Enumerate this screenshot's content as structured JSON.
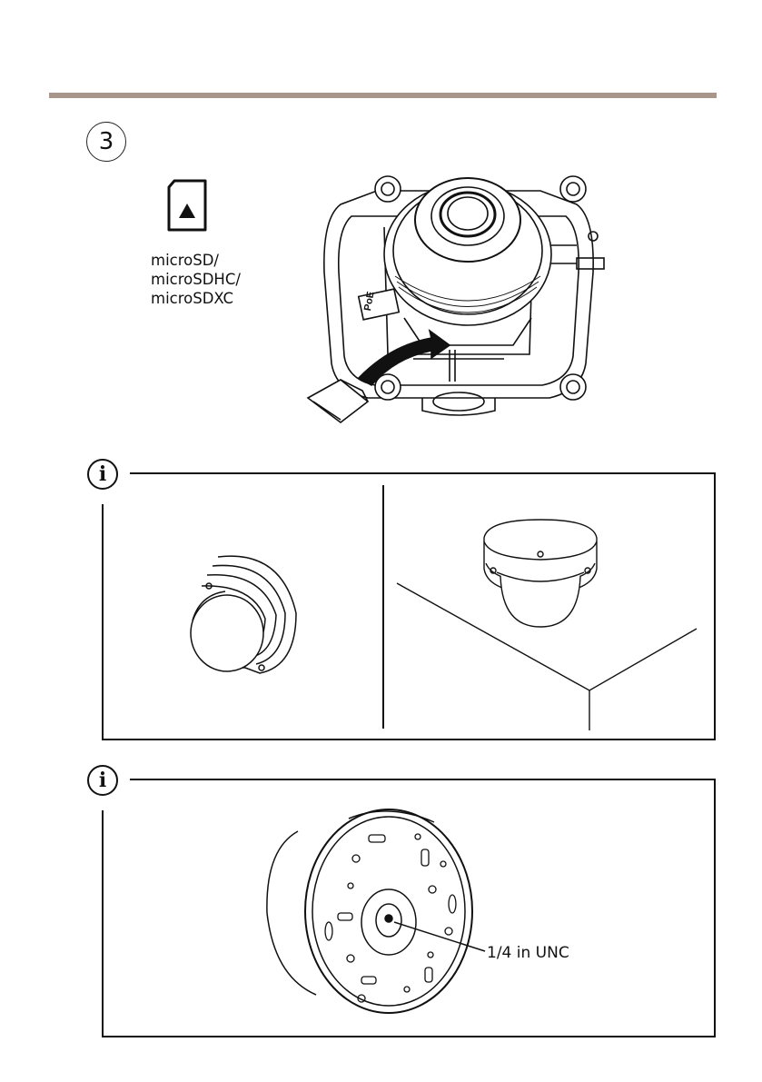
{
  "step": {
    "number": "3"
  },
  "sd_card": {
    "icon": "microsd-card-icon",
    "label_lines": [
      "microSD/",
      "microSDHC/",
      "microSDXC"
    ]
  },
  "camera_install": {
    "port_label": "PoE"
  },
  "info_sections": [
    {
      "icon": "info-icon",
      "glyph": "i"
    },
    {
      "icon": "info-icon",
      "glyph": "i"
    }
  ],
  "thread_label": "1/4 in UNC",
  "colors": {
    "accent_rule": "#a8968a",
    "ink": "#111111"
  }
}
